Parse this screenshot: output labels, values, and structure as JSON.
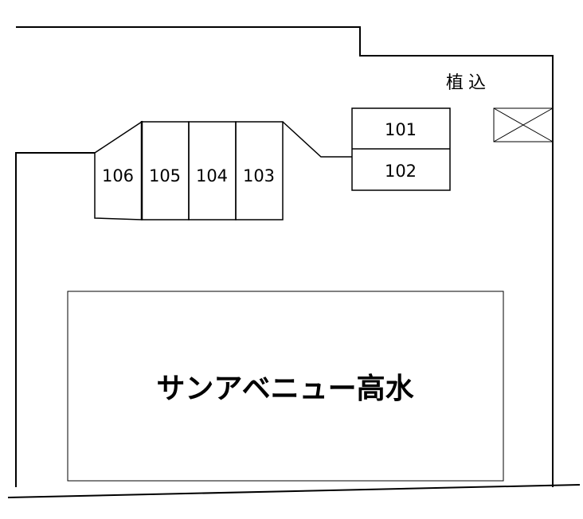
{
  "parking_slots": [
    {
      "id": "slot-101",
      "label": "101"
    },
    {
      "id": "slot-102",
      "label": "102"
    },
    {
      "id": "slot-103",
      "label": "103"
    },
    {
      "id": "slot-104",
      "label": "104"
    },
    {
      "id": "slot-105",
      "label": "105"
    },
    {
      "id": "slot-106",
      "label": "106"
    }
  ],
  "planting": {
    "label": "植込"
  },
  "building": {
    "label": "サンアベニュー高水"
  }
}
